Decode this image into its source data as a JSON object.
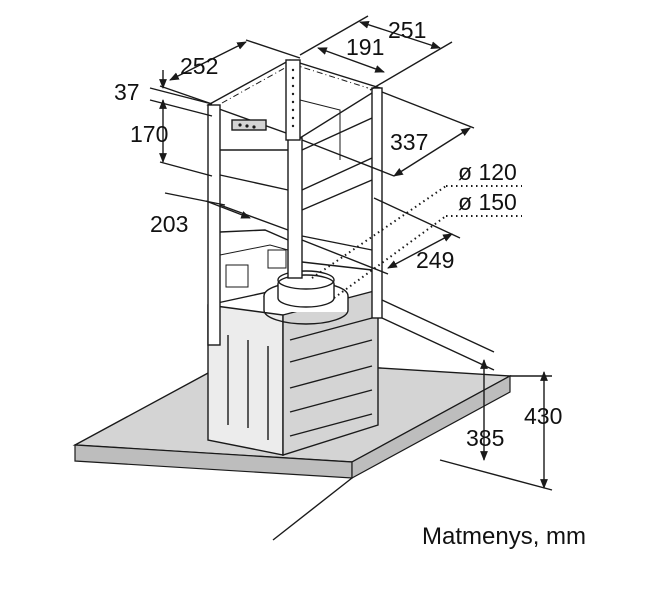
{
  "diagram": {
    "dimensions": {
      "d251": "251",
      "d191": "191",
      "d252": "252",
      "d37": "37",
      "d170": "170",
      "d337": "337",
      "d120": "ø 120",
      "d150": "ø 150",
      "d203": "203",
      "d249": "249",
      "d430": "430",
      "d385": "385"
    },
    "caption": "Matmenys, mm"
  }
}
